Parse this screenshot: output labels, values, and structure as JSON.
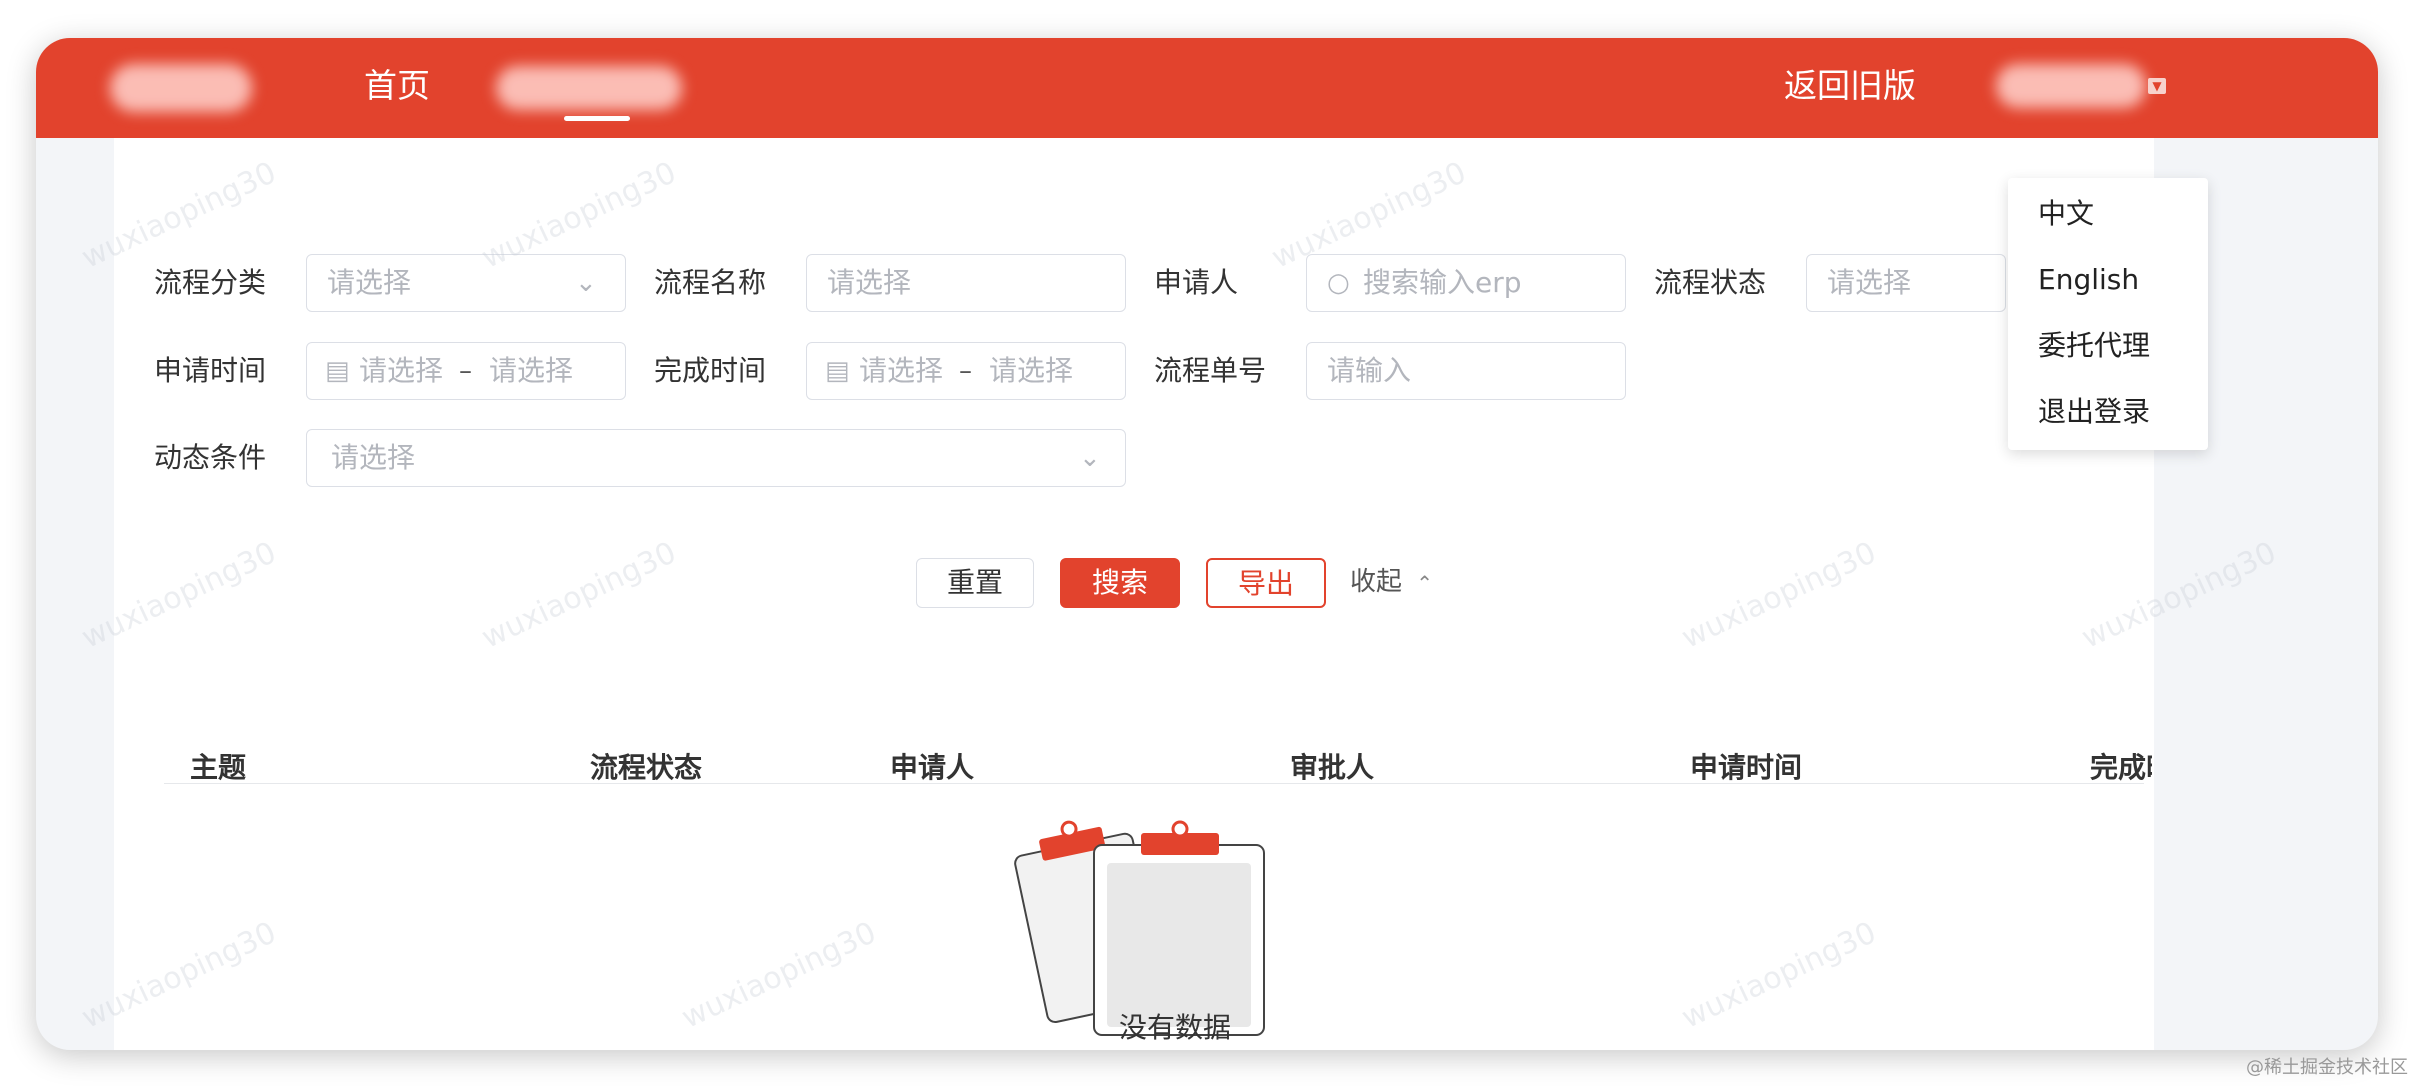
{
  "topbar": {
    "home": "首页",
    "old_version": "返回旧版"
  },
  "filters": {
    "category": {
      "label": "流程分类",
      "placeholder": "请选择"
    },
    "name": {
      "label": "流程名称",
      "placeholder": "请选择"
    },
    "applicant": {
      "label": "申请人",
      "placeholder": "搜索输入erp"
    },
    "status": {
      "label": "流程状态",
      "placeholder": "请选择"
    },
    "apply_time": {
      "label": "申请时间",
      "start": "请选择",
      "end": "请选择",
      "sep": "–"
    },
    "finish_time": {
      "label": "完成时间",
      "start": "请选择",
      "end": "请选择",
      "sep": "–"
    },
    "order_no": {
      "label": "流程单号",
      "placeholder": "请输入"
    },
    "dynamic": {
      "label": "动态条件",
      "placeholder": "请选择"
    }
  },
  "actions": {
    "reset": "重置",
    "search": "搜索",
    "export": "导出",
    "collapse": "收起"
  },
  "table": {
    "headers": [
      "主题",
      "流程状态",
      "申请人",
      "审批人",
      "申请时间",
      "完成时间"
    ],
    "empty": "没有数据"
  },
  "dropdown": {
    "items": [
      "中文",
      "English",
      "委托代理",
      "退出登录"
    ]
  },
  "watermark": "wuxiaoping30",
  "corner_credit": "@稀土掘金技术社区",
  "colors": {
    "brand": "#e2432d"
  }
}
